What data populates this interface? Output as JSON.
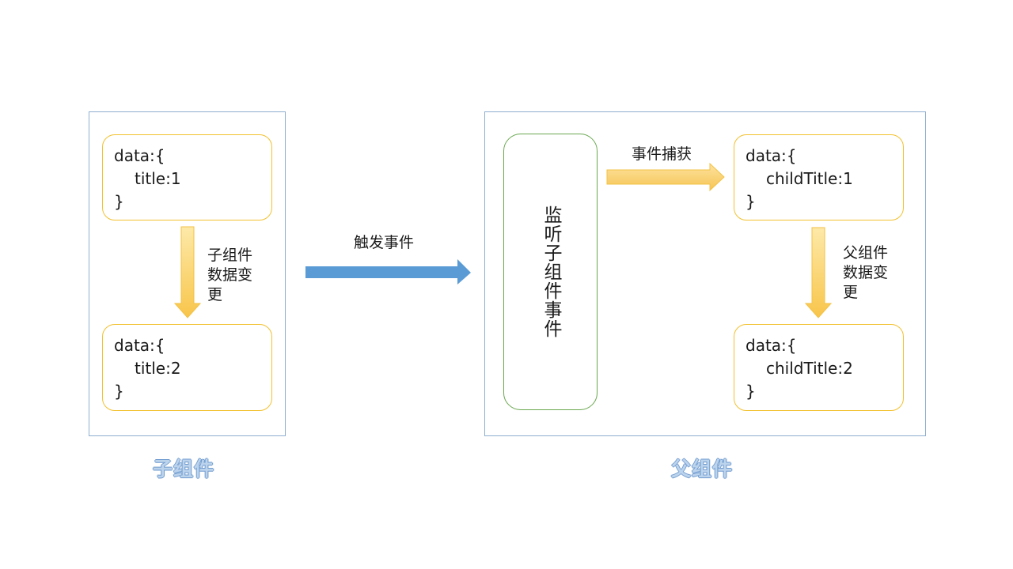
{
  "child": {
    "caption": "子组件",
    "box_before": {
      "open": "data:{",
      "field": "title:1",
      "close": "}"
    },
    "box_after": {
      "open": "data:{",
      "field": "title:2",
      "close": "}"
    },
    "change_label": "子组件\n数据变\n更"
  },
  "trigger_label": "触发事件",
  "parent": {
    "caption": "父组件",
    "listener_label": "监听子组件事件",
    "capture_label": "事件捕获",
    "box_before": {
      "open": "data:{",
      "field": "childTitle:1",
      "close": "}"
    },
    "box_after": {
      "open": "data:{",
      "field": "childTitle:2",
      "close": "}"
    },
    "change_label": "父组件\n数据变\n更"
  },
  "colors": {
    "frame_border": "#8eaed0",
    "code_border": "#f2c12e",
    "listener_border": "#6aa84f",
    "trigger_arrow": "#5b9bd5",
    "state_arrow": "#ffd966"
  }
}
